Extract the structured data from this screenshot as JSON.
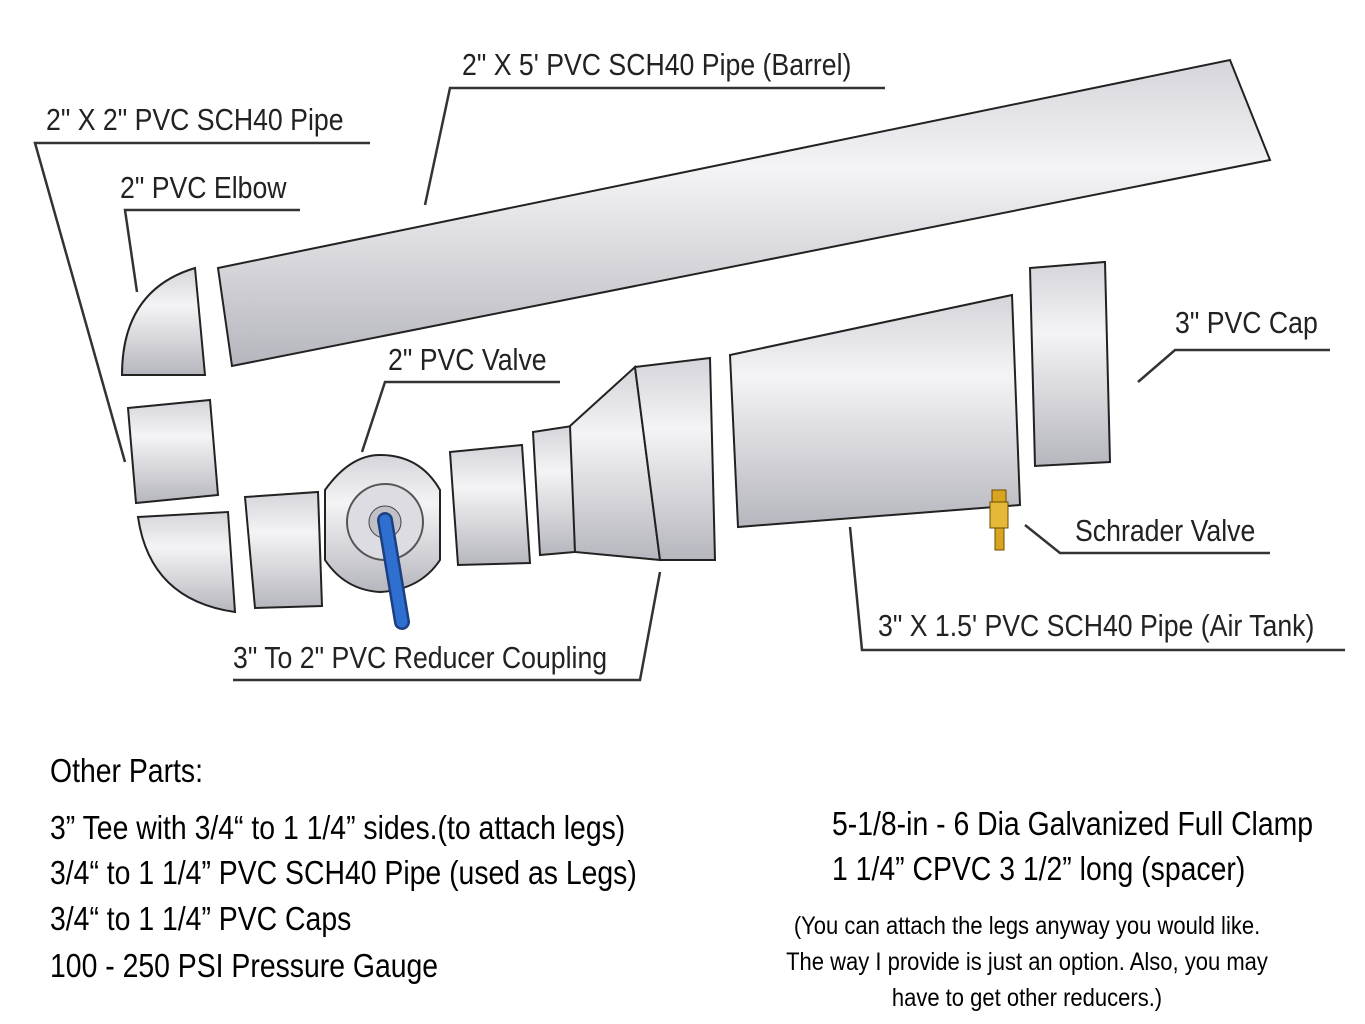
{
  "labels": {
    "barrel": "2\" X 5' PVC SCH40 Pipe (Barrel)",
    "short_pipe": "2\" X 2\" PVC SCH40 Pipe",
    "elbow": "2\" PVC Elbow",
    "valve": "2\" PVC Valve",
    "cap": "3\" PVC Cap",
    "schrader": "Schrader Valve",
    "air_tank": "3\" X 1.5' PVC SCH40 Pipe (Air Tank)",
    "reducer": "3\" To 2\" PVC Reducer Coupling"
  },
  "other_parts": {
    "heading": "Other Parts:",
    "left_items": [
      "3” Tee with 3/4“ to 1 1/4” sides.(to attach legs)",
      "3/4“ to 1 1/4” PVC SCH40 Pipe (used as Legs)",
      "3/4“ to 1 1/4” PVC Caps",
      "100 - 250 PSI Pressure Gauge"
    ],
    "right_items": [
      "5-1/8-in - 6 Dia Galvanized Full Clamp",
      "1 1/4” CPVC 3 1/2” long (spacer)"
    ],
    "note_lines": [
      "(You can attach the legs anyway you would like.",
      "The way I provide is just an option. Also, you may",
      "have to get other reducers.)"
    ]
  },
  "colors": {
    "pipe_light": "#f2f2f4",
    "pipe_dark": "#b9b9c0",
    "handle": "#2f6fd0",
    "brass": "#d9a520"
  }
}
